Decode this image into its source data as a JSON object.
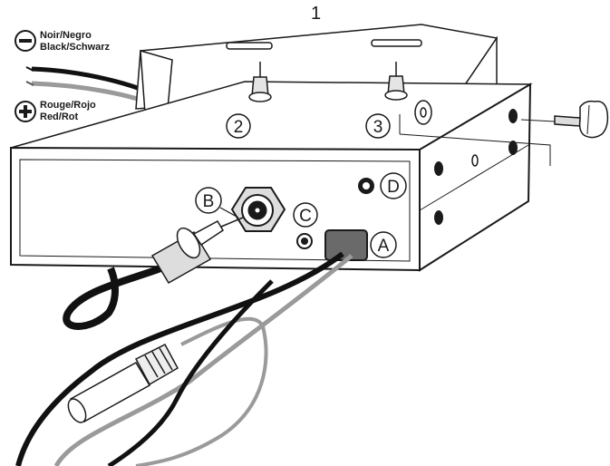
{
  "figure": {
    "number": "1"
  },
  "legend": {
    "negative": {
      "symbol": "−",
      "line1": "Noir/Negro",
      "line2": "Black/Schwarz"
    },
    "positive": {
      "symbol": "+",
      "line1": "Rouge/Rojo",
      "line2": "Red/Rot"
    }
  },
  "callouts": {
    "a": "A",
    "b": "B",
    "c": "C",
    "d": "D",
    "two": "2",
    "three": "3"
  },
  "colors": {
    "line": "#1a1a1a",
    "black_wire": "#111111",
    "gray_wire": "#9a9a9a",
    "connector": "#6a6a6a"
  }
}
